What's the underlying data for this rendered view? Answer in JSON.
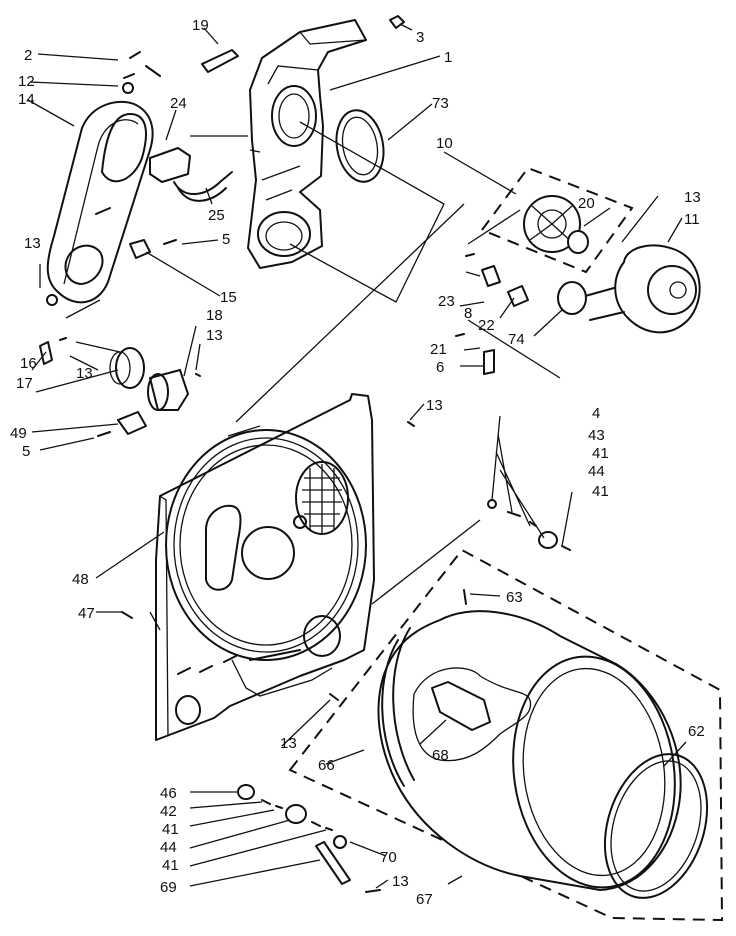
{
  "callouts": {
    "c1": "1",
    "c2": "2",
    "c3": "3",
    "c4": "4",
    "c5a": "5",
    "c5b": "5",
    "c6": "6",
    "c8": "8",
    "c10": "10",
    "c11": "11",
    "c12": "12",
    "c13a": "13",
    "c13b": "13",
    "c13c": "13",
    "c13d": "13",
    "c13e": "13",
    "c13f": "13",
    "c13g": "13",
    "c14": "14",
    "c15": "15",
    "c16": "16",
    "c17": "17",
    "c18": "18",
    "c19": "19",
    "c20": "20",
    "c21": "21",
    "c22": "22",
    "c23": "23",
    "c24": "24",
    "c25": "25",
    "c41a": "41",
    "c41b": "41",
    "c41c": "41",
    "c41d": "41",
    "c42": "42",
    "c43": "43",
    "c44a": "44",
    "c44b": "44",
    "c46": "46",
    "c47": "47",
    "c48": "48",
    "c49": "49",
    "c62": "62",
    "c63": "63",
    "c66": "66",
    "c67": "67",
    "c68": "68",
    "c69": "69",
    "c70": "70",
    "c73": "73",
    "c74": "74"
  }
}
